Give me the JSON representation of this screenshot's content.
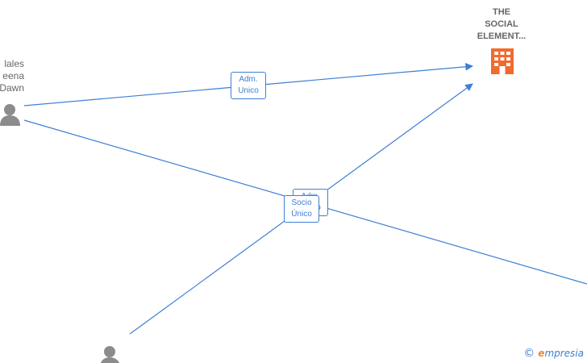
{
  "company": {
    "name_lines": [
      "THE",
      "SOCIAL",
      "ELEMENT..."
    ]
  },
  "person": {
    "name_lines": [
      "lales",
      "eena",
      "Dawn"
    ]
  },
  "edges": {
    "e1": {
      "line1": "Adm.",
      "line2": "Unico"
    },
    "e2": {
      "line1": "Adm.",
      "line2": "Unico"
    },
    "e3": {
      "line1": "Socio",
      "line2": "Único"
    }
  },
  "watermark": {
    "copyright": "©",
    "brand_initial": "e",
    "brand_rest": "mpresia"
  },
  "colors": {
    "edge": "#3d7fd6",
    "company": "#f26a2e",
    "person": "#8c8c8c"
  }
}
